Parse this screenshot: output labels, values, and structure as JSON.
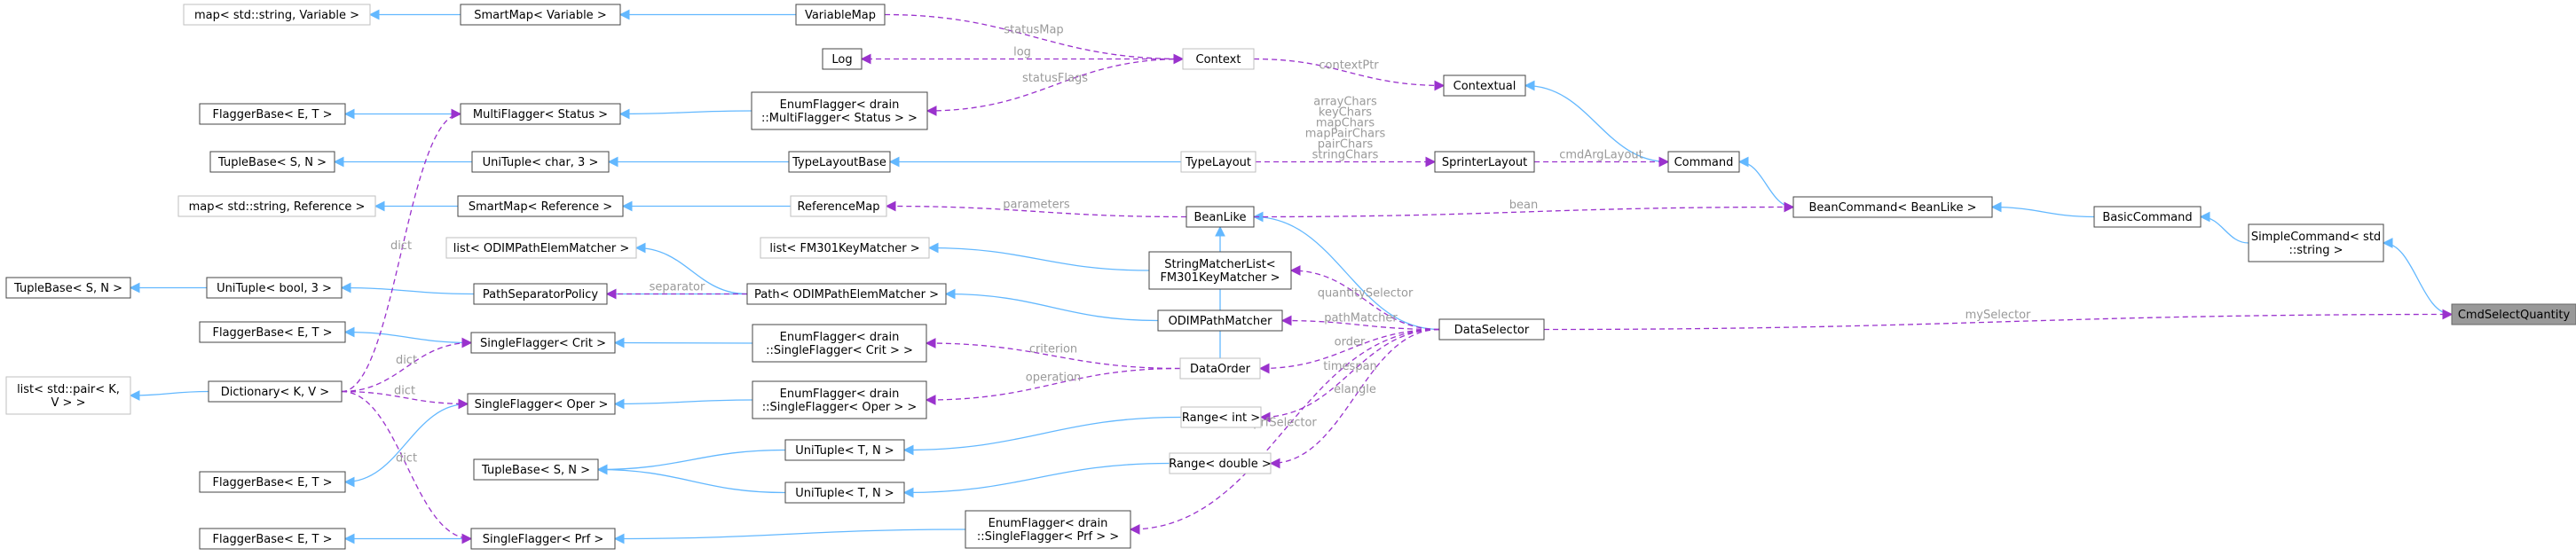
{
  "nodes": {
    "map_var": {
      "label": [
        "map< std::string, Variable >"
      ],
      "style": "grey"
    },
    "smartmap_var": {
      "label": [
        "SmartMap< Variable >"
      ],
      "style": "solid"
    },
    "variablemap": {
      "label": [
        "VariableMap"
      ],
      "style": "solid"
    },
    "log": {
      "label": [
        "Log"
      ],
      "style": "solid"
    },
    "context": {
      "label": [
        "Context"
      ],
      "style": "grey"
    },
    "contextual": {
      "label": [
        "Contextual"
      ],
      "style": "solid"
    },
    "flaggerbase_1": {
      "label": [
        "FlaggerBase< E, T >"
      ],
      "style": "solid"
    },
    "multiflagger": {
      "label": [
        "MultiFlagger< Status >"
      ],
      "style": "solid"
    },
    "enumflagger_status": {
      "label": [
        "EnumFlagger< drain",
        "::MultiFlagger< Status > >"
      ],
      "style": "solid"
    },
    "tuplebase_sn_1": {
      "label": [
        "TupleBase< S, N >"
      ],
      "style": "solid"
    },
    "unituple_char": {
      "label": [
        "UniTuple< char, 3 >"
      ],
      "style": "solid"
    },
    "typelayoutbase": {
      "label": [
        "TypeLayoutBase"
      ],
      "style": "solid"
    },
    "typelayout": {
      "label": [
        "TypeLayout"
      ],
      "style": "grey"
    },
    "sprinterlayout": {
      "label": [
        "SprinterLayout"
      ],
      "style": "solid"
    },
    "command": {
      "label": [
        "Command"
      ],
      "style": "solid"
    },
    "map_ref": {
      "label": [
        "map< std::string, Reference >"
      ],
      "style": "grey"
    },
    "smartmap_ref": {
      "label": [
        "SmartMap< Reference >"
      ],
      "style": "solid"
    },
    "referencemap": {
      "label": [
        "ReferenceMap"
      ],
      "style": "grey"
    },
    "beanlike": {
      "label": [
        "BeanLike"
      ],
      "style": "solid"
    },
    "beancommand": {
      "label": [
        "BeanCommand< BeanLike >"
      ],
      "style": "solid"
    },
    "basiccommand": {
      "label": [
        "BasicCommand"
      ],
      "style": "solid"
    },
    "simplecommand": {
      "label": [
        "SimpleCommand< std",
        "::string >"
      ],
      "style": "solid"
    },
    "cmdselectquantity": {
      "label": [
        "CmdSelectQuantity"
      ],
      "style": "focus"
    },
    "list_odim": {
      "label": [
        "list< ODIMPathElemMatcher >"
      ],
      "style": "grey"
    },
    "list_fm301": {
      "label": [
        "list< FM301KeyMatcher >"
      ],
      "style": "grey"
    },
    "stringmatcherlist": {
      "label": [
        "StringMatcherList<",
        "FM301KeyMatcher >"
      ],
      "style": "solid"
    },
    "tuplebase_sn_2": {
      "label": [
        "TupleBase< S, N >"
      ],
      "style": "solid"
    },
    "unituple_bool": {
      "label": [
        "UniTuple< bool, 3 >"
      ],
      "style": "solid"
    },
    "pathseparatorpolicy": {
      "label": [
        "PathSeparatorPolicy"
      ],
      "style": "solid"
    },
    "path_odim": {
      "label": [
        "Path< ODIMPathElemMatcher >"
      ],
      "style": "solid"
    },
    "odimpathmatcher": {
      "label": [
        "ODIMPathMatcher"
      ],
      "style": "solid"
    },
    "dataselector": {
      "label": [
        "DataSelector"
      ],
      "style": "solid"
    },
    "flaggerbase_2": {
      "label": [
        "FlaggerBase< E, T >"
      ],
      "style": "solid"
    },
    "singleflagger_crit": {
      "label": [
        "SingleFlagger< Crit >"
      ],
      "style": "solid"
    },
    "enumflagger_crit": {
      "label": [
        "EnumFlagger< drain",
        "::SingleFlagger< Crit > >"
      ],
      "style": "solid"
    },
    "dataorder": {
      "label": [
        "DataOrder"
      ],
      "style": "grey"
    },
    "list_pair": {
      "label": [
        "list< std::pair< K,",
        "V > >"
      ],
      "style": "grey"
    },
    "dictionary": {
      "label": [
        "Dictionary< K, V >"
      ],
      "style": "solid"
    },
    "singleflagger_oper": {
      "label": [
        "SingleFlagger< Oper >"
      ],
      "style": "solid"
    },
    "enumflagger_oper": {
      "label": [
        "EnumFlagger< drain",
        "::SingleFlagger< Oper > >"
      ],
      "style": "solid"
    },
    "range_int": {
      "label": [
        "Range< int >"
      ],
      "style": "grey"
    },
    "tuplebase_sn_3": {
      "label": [
        "TupleBase< S, N >"
      ],
      "style": "solid"
    },
    "unituple_tn_1": {
      "label": [
        "UniTuple< T, N >"
      ],
      "style": "solid"
    },
    "flaggerbase_3": {
      "label": [
        "FlaggerBase< E, T >"
      ],
      "style": "solid"
    },
    "unituple_tn_2": {
      "label": [
        "UniTuple< T, N >"
      ],
      "style": "solid"
    },
    "range_double": {
      "label": [
        "Range< double >"
      ],
      "style": "grey"
    },
    "flaggerbase_4": {
      "label": [
        "FlaggerBase< E, T >"
      ],
      "style": "solid"
    },
    "singleflagger_prf": {
      "label": [
        "SingleFlagger< Prf >"
      ],
      "style": "solid"
    },
    "enumflagger_prf": {
      "label": [
        "EnumFlagger< drain",
        "::SingleFlagger< Prf > >"
      ],
      "style": "solid"
    }
  },
  "edge_labels": {
    "statusMap": "statusMap",
    "log": "log",
    "statusFlags": "statusFlags",
    "contextPtr": "contextPtr",
    "arrayChars": "arrayChars",
    "keyChars": "keyChars",
    "mapChars": "mapChars",
    "mapPairChars": "mapPairChars",
    "pairChars": "pairChars",
    "stringChars": "stringChars",
    "cmdArgLayout": "cmdArgLayout",
    "parameters": "parameters",
    "bean": "bean",
    "dict_1": "dict",
    "separator": "separator",
    "quantitySelector": "quantitySelector",
    "pathMatcher": "pathMatcher",
    "mySelector": "mySelector",
    "criterion": "criterion",
    "dict_2": "dict",
    "operation": "operation",
    "order": "order",
    "dict_3": "dict",
    "timespan": "timespan",
    "elangle": "elangle",
    "dict_4": "dict",
    "prfSelector": "prfSelector"
  },
  "colors": {
    "inheritance": "#63b8ff",
    "usage": "#9a32cd",
    "label": "#9a9a9a",
    "focus_fill": "#999999"
  }
}
